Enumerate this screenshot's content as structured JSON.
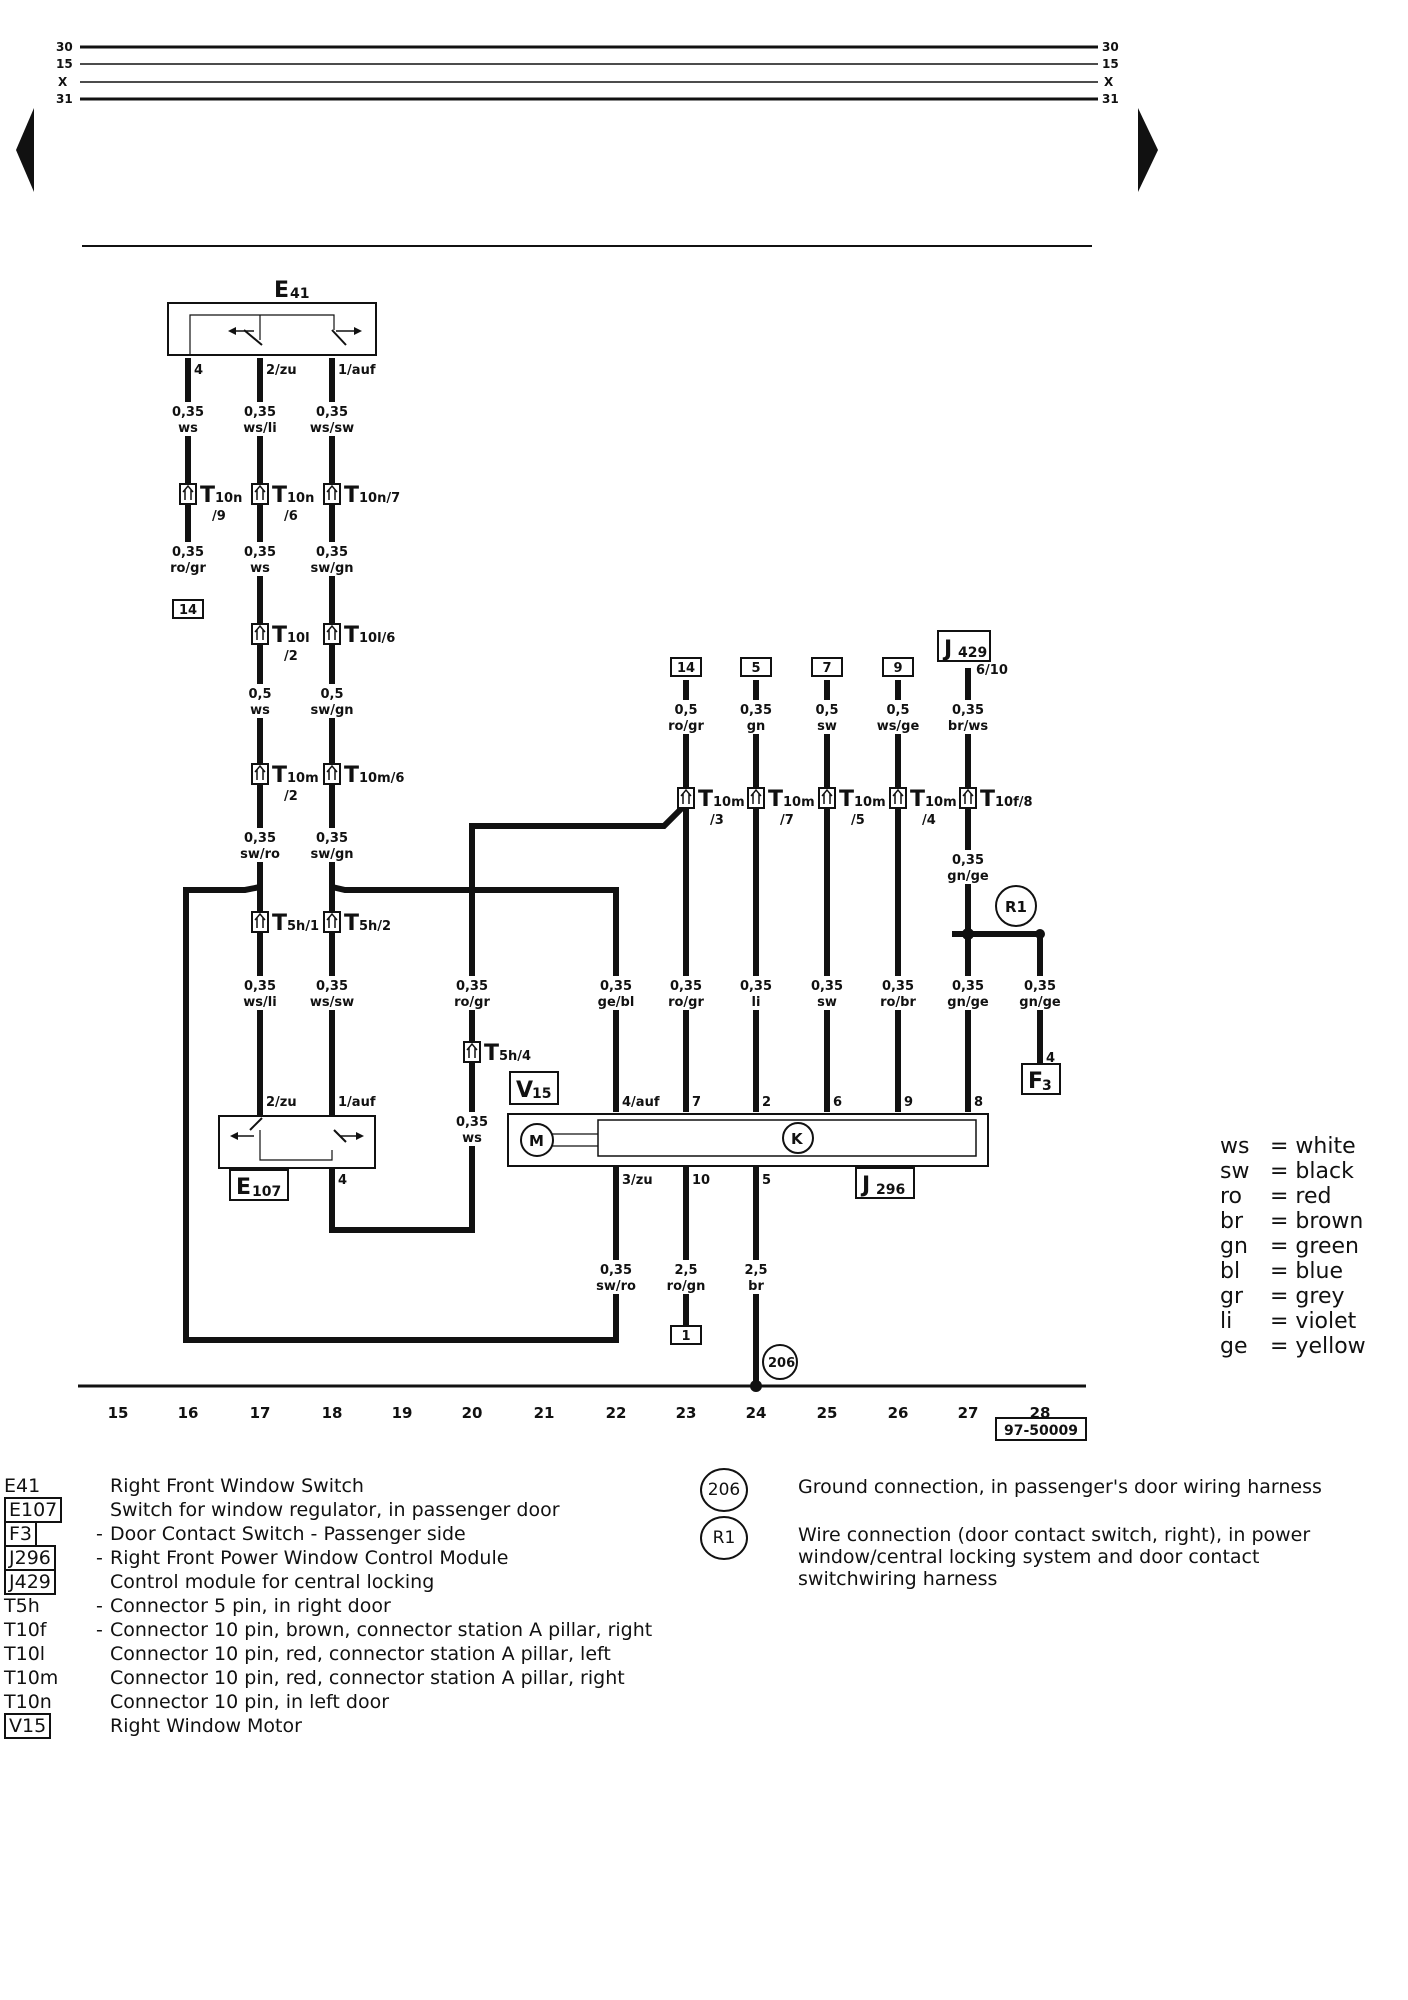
{
  "rails": {
    "labels": [
      "30",
      "15",
      "X",
      "31"
    ]
  },
  "nav": {
    "prev": "previous page",
    "next": "next page"
  },
  "components": {
    "E41": {
      "name": "E",
      "sub": "41"
    },
    "E107": {
      "name": "E",
      "sub": "107"
    },
    "J429": {
      "name": "J",
      "sub": "429"
    },
    "V15": {
      "name": "V",
      "sub": "15"
    },
    "J296": {
      "name": "J",
      "sub": "296"
    },
    "F3": {
      "name": "F",
      "sub": "3"
    },
    "R1": "R1",
    "G206": "206",
    "motor": "M",
    "control": "K"
  },
  "pins": {
    "e41_4": "4",
    "e41_2": "2/zu",
    "e41_1": "1/auf",
    "e107_2": "2/zu",
    "e107_1": "1/auf",
    "e107_4": "4",
    "v15_4": "4/auf",
    "v15_7": "7",
    "v15_2": "2",
    "v15_6": "6",
    "v15_9": "9",
    "v15_8": "8",
    "v15_3": "3/zu",
    "v15_10": "10",
    "v15_5": "5",
    "j429_pin": "6/10",
    "f3_pin": "4"
  },
  "connectors": {
    "t10n9": {
      "main": "T",
      "sub": "10n",
      "pin": "/9"
    },
    "t10n6": {
      "main": "T",
      "sub": "10n",
      "pin": "/6"
    },
    "t10n7": {
      "main": "T",
      "sub": "10n/7",
      "pin": ""
    },
    "t10l2": {
      "main": "T",
      "sub": "10l",
      "pin": "/2"
    },
    "t10l6": {
      "main": "T",
      "sub": "10l/6",
      "pin": ""
    },
    "t10m2": {
      "main": "T",
      "sub": "10m",
      "pin": "/2"
    },
    "t10m6": {
      "main": "T",
      "sub": "10m/6",
      "pin": ""
    },
    "t5h1": {
      "main": "T",
      "sub": "5h/1",
      "pin": ""
    },
    "t5h2": {
      "main": "T",
      "sub": "5h/2",
      "pin": ""
    },
    "t5h4": {
      "main": "T",
      "sub": "5h/4",
      "pin": ""
    },
    "t10m3": {
      "main": "T",
      "sub": "10m",
      "pin": "/3"
    },
    "t10m7": {
      "main": "T",
      "sub": "10m",
      "pin": "/7"
    },
    "t10m5": {
      "main": "T",
      "sub": "10m",
      "pin": "/5"
    },
    "t10m4": {
      "main": "T",
      "sub": "10m",
      "pin": "/4"
    },
    "t10f8": {
      "main": "T",
      "sub": "10f/8",
      "pin": ""
    }
  },
  "wires": {
    "w1a": [
      "0,35",
      "ws"
    ],
    "w2a": [
      "0,35",
      "ws/li"
    ],
    "w3a": [
      "0,35",
      "ws/sw"
    ],
    "w1b": [
      "0,35",
      "ro/gr"
    ],
    "w2b": [
      "0,35",
      "ws"
    ],
    "w3b": [
      "0,35",
      "sw/gn"
    ],
    "w2c": [
      "0,5",
      "ws"
    ],
    "w3c": [
      "0,5",
      "sw/gn"
    ],
    "w2d": [
      "0,35",
      "sw/ro"
    ],
    "w3d": [
      "0,35",
      "sw/gn"
    ],
    "w2e": [
      "0,35",
      "ws/li"
    ],
    "w3e": [
      "0,35",
      "ws/sw"
    ],
    "w20a": [
      "0,35",
      "ro/gr"
    ],
    "w20b": [
      "0,35",
      "ws"
    ],
    "w22a": [
      "0,35",
      "ge/bl"
    ],
    "w22b": [
      "0,35",
      "sw/ro"
    ],
    "w23a": [
      "0,5",
      "ro/gr"
    ],
    "w23b": [
      "0,35",
      "ro/gr"
    ],
    "w23c": [
      "2,5",
      "ro/gn"
    ],
    "w24a": [
      "0,35",
      "gn"
    ],
    "w24b": [
      "0,35",
      "li"
    ],
    "w24c": [
      "2,5",
      "br"
    ],
    "w25a": [
      "0,5",
      "sw"
    ],
    "w25b": [
      "0,35",
      "sw"
    ],
    "w26a": [
      "0,5",
      "ws/ge"
    ],
    "w26b": [
      "0,35",
      "ro/br"
    ],
    "w27a": [
      "0,35",
      "br/ws"
    ],
    "w27b": [
      "0,35",
      "gn/ge"
    ],
    "w27c": [
      "0,35",
      "gn/ge"
    ],
    "w28": [
      "0,35",
      "gn/ge"
    ]
  },
  "refs": {
    "r14a": "14",
    "r14b": "14",
    "r5": "5",
    "r7": "7",
    "r9": "9",
    "r1": "1"
  },
  "ticks": [
    "15",
    "16",
    "17",
    "18",
    "19",
    "20",
    "21",
    "22",
    "23",
    "24",
    "25",
    "26",
    "27",
    "28"
  ],
  "diagram_number": "97-50009",
  "color_key": [
    {
      "ab": "ws",
      "name": "= white"
    },
    {
      "ab": "sw",
      "name": "= black"
    },
    {
      "ab": "ro",
      "name": "= red"
    },
    {
      "ab": "br",
      "name": "= brown"
    },
    {
      "ab": "gn",
      "name": "= green"
    },
    {
      "ab": "bl",
      "name": "= blue"
    },
    {
      "ab": "gr",
      "name": "= grey"
    },
    {
      "ab": "li",
      "name": "= violet"
    },
    {
      "ab": "ge",
      "name": "= yellow"
    }
  ],
  "legend": [
    {
      "code": "E41",
      "dash": "",
      "desc": "Right Front Window Switch",
      "boxed": false
    },
    {
      "code": "E107",
      "dash": "",
      "desc": "Switch for window regulator, in passenger door",
      "boxed": true
    },
    {
      "code": "F3",
      "dash": "-",
      "desc": "Door Contact Switch - Passenger side",
      "boxed": true
    },
    {
      "code": "J296",
      "dash": "-",
      "desc": "Right Front Power Window Control Module",
      "boxed": true
    },
    {
      "code": "J429",
      "dash": "",
      "desc": "Control module for central locking",
      "boxed": true
    },
    {
      "code": "T5h",
      "dash": "-",
      "desc": "Connector 5 pin, in right door",
      "boxed": false
    },
    {
      "code": "T10f",
      "dash": "-",
      "desc": "Connector 10 pin, brown, connector station A pillar, right",
      "boxed": false
    },
    {
      "code": "T10l",
      "dash": "",
      "desc": "Connector 10 pin, red, connector station A pillar, left",
      "boxed": false
    },
    {
      "code": "T10m",
      "dash": "",
      "desc": "Connector 10 pin, red, connector station A pillar, right",
      "boxed": false
    },
    {
      "code": "T10n",
      "dash": "",
      "desc": "Connector 10 pin, in left door",
      "boxed": false
    },
    {
      "code": "V15",
      "dash": "",
      "desc": "Right Window Motor",
      "boxed": true
    }
  ],
  "legend_right": [
    {
      "code": "206",
      "desc": "Ground connection, in passenger's door wiring harness"
    },
    {
      "code": "R1",
      "desc": "Wire connection (door contact switch, right), in power window/central locking system and door contact switchwiring harness"
    }
  ]
}
